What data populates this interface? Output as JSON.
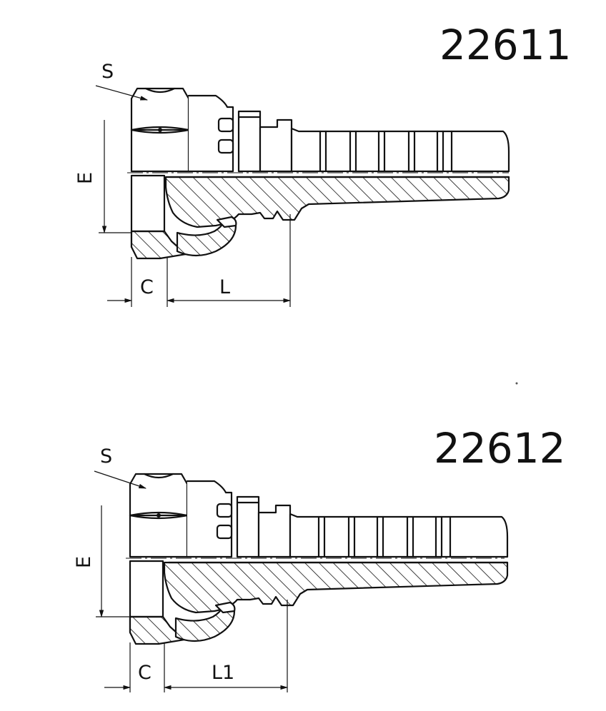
{
  "figures": [
    {
      "part_number": "22611",
      "labels": {
        "wrench": "S",
        "diameter": "E",
        "nut_length": "C",
        "length": "L"
      }
    },
    {
      "part_number": "22612",
      "labels": {
        "wrench": "S",
        "diameter": "E",
        "nut_length": "C",
        "length": "L1"
      }
    }
  ]
}
